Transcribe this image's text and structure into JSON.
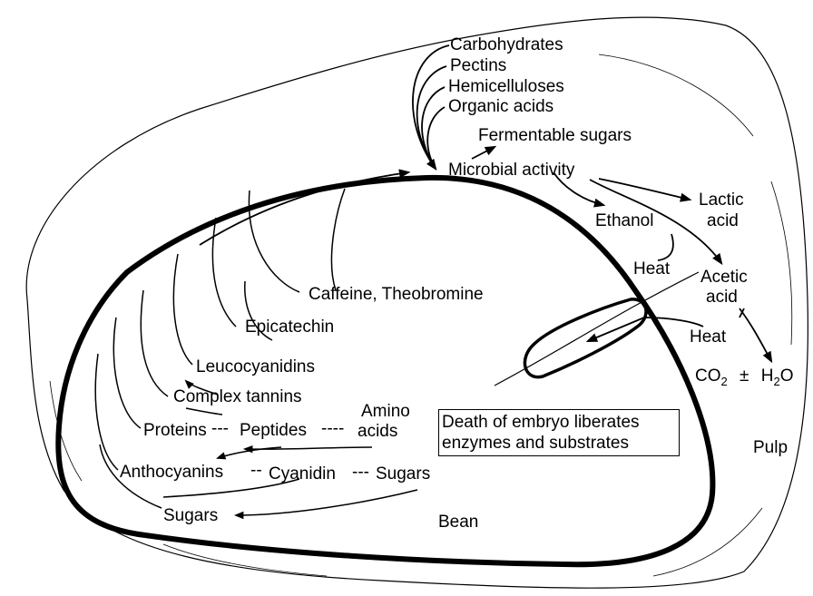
{
  "labels": {
    "carbohydrates": "Carbohydrates",
    "pectins": "Pectins",
    "hemicelluloses": "Hemicelluloses",
    "organic_acids": "Organic acids",
    "fermentable_sugars": "Fermentable sugars",
    "microbial_activity": "Microbial activity",
    "ethanol": "Ethanol",
    "lactic": "Lactic",
    "lactic_acid": "acid",
    "heat_ethanol": "Heat",
    "acetic": "Acetic",
    "acetic_acid": "acid",
    "heat_acetic": "Heat",
    "co2": "CO",
    "co2_sub": "2",
    "plus_minus": "±",
    "h2o": "H",
    "h2o_sub": "2",
    "h2o_end": "O",
    "pulp": "Pulp",
    "bean": "Bean",
    "caffeine": "Caffeine, Theobromine",
    "epicatechin": "Epicatechin",
    "leucocyanidins": "Leucocyanidins",
    "complex_tannins": "Complex tannins",
    "amino": "Amino",
    "amino_acids": "acids",
    "proteins": "Proteins",
    "dash1": "---",
    "peptides": "Peptides",
    "dash2": "----",
    "anthocyanins": "Anthocyanins",
    "dash3": "--",
    "cyanidin": "Cyanidin",
    "dash4": "---",
    "sugars_right": "Sugars",
    "sugars_bottom": "Sugars",
    "embryo_line1": "Death of embryo liberates",
    "embryo_line2": "enzymes and substrates"
  }
}
